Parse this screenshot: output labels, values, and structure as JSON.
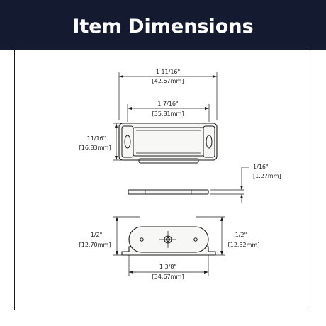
{
  "title": "Item Dimensions",
  "colors": {
    "header_bg": "#141a30",
    "header_text": "#ffffff",
    "line": "#1a1a1a"
  },
  "dimensions": {
    "overall_length": {
      "imperial": "1 11/16\"",
      "metric": "[42.67mm]"
    },
    "inner_length": {
      "imperial": "1 7/16\"",
      "metric": "[35.81mm]"
    },
    "height": {
      "imperial": "11/16\"",
      "metric": "[16.83mm]"
    },
    "thickness": {
      "imperial": "1/16\"",
      "metric": "[1.27mm]"
    },
    "left_height": {
      "imperial": "1/2\"",
      "metric": "[12.70mm]"
    },
    "right_height": {
      "imperial": "1/2\"",
      "metric": "[12.32mm]"
    },
    "plate_length": {
      "imperial": "1 3/8\"",
      "metric": "[34.67mm]"
    }
  }
}
